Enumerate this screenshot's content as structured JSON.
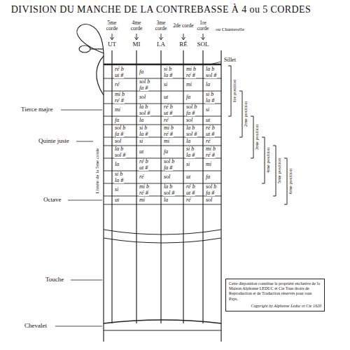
{
  "diagram": {
    "title": "DIVISION DU MANCHE DE LA CONTREBASSE À 4 ou 5 CORDES",
    "nodes": [
      {
        "text": [
          "Cette disposition constitue la propriété exclusive de la Maison Alphonse LEDUC et Cie Tous droits de Reproduction et de Traduction réservés pour tous Pays.",
          "Copyright by Alphonse Leduc et Cie 1920"
        ]
      }
    ],
    "labels": [
      "5me corde",
      "UT",
      "4me corde",
      "MI",
      "3me corde",
      "LA",
      "2de corde",
      "RÉ",
      "1re corde",
      "SOL",
      "ou Chanterelle",
      "Sillet",
      "Tierce majre",
      "Quinte juste",
      "Octave",
      "Touche",
      "Chevalet",
      "1re position",
      "2me position",
      "3me position",
      "4me position",
      "5me position",
      "6me position",
      "Limite de la 5me corde",
      "ré b",
      "ut #",
      "fa",
      "si b",
      "la #",
      "mi b",
      "ré #",
      "la b",
      "sol #",
      "ré",
      "sol b",
      "fa #",
      "si",
      "mi",
      "la",
      "mi b",
      "ré #",
      "sol",
      "ut",
      "fa",
      "si b",
      "la #",
      "mi",
      "la b",
      "sol #",
      "ré b",
      "ut #",
      "sol b",
      "fa #",
      "si",
      "fa",
      "la",
      "ré",
      "sol",
      "ut",
      "sol b",
      "fa #",
      "si b",
      "la #",
      "mi b",
      "ré #",
      "la b",
      "sol #",
      "ré b",
      "ut #",
      "sol",
      "si",
      "mi",
      "la",
      "ré",
      "la b",
      "sol #",
      "ut",
      "fa",
      "si b",
      "la #",
      "mi b",
      "ré #",
      "la",
      "ré b",
      "ut #",
      "sol b",
      "fa #",
      "si",
      "mi",
      "si b",
      "la #",
      "ré",
      "sol",
      "ut",
      "fa",
      "si",
      "mi b",
      "ré #",
      "la b",
      "sol #",
      "ré b",
      "ut #",
      "sol b",
      "fa #",
      "ut",
      "mi",
      "la",
      "ré",
      "sol"
    ]
  }
}
